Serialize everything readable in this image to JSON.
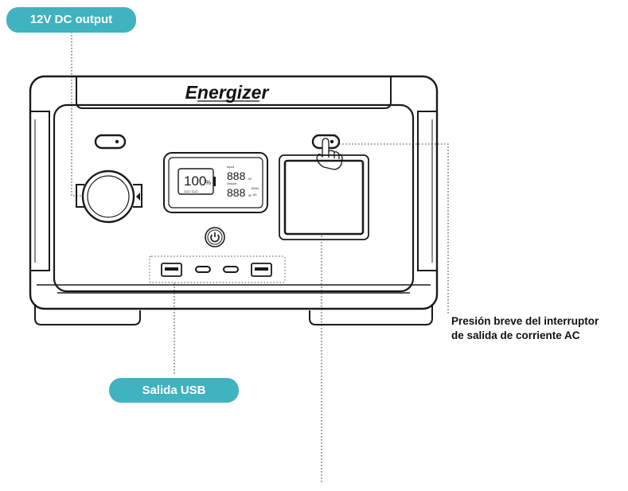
{
  "brand": {
    "logo_text": "Energizer"
  },
  "lcd": {
    "battery_percent": "100",
    "percent_sign": "%",
    "time_digits": "88:88",
    "input_label": "Input",
    "input_digits": "888",
    "input_unit": "W",
    "output_label": "Output",
    "output_digits": "888",
    "output_unit": "W",
    "freq_label": "50Hz",
    "freq_sub": "60"
  },
  "labels": {
    "dc_output": "12V DC output",
    "usb_output": "Salida USB",
    "ac_switch_line1": "Presión breve del interruptor",
    "ac_switch_line2": "de salida de corriente AC"
  },
  "colors": {
    "accent": "#3fb3c0",
    "outline": "#1a1a1a",
    "leader": "#444444"
  }
}
